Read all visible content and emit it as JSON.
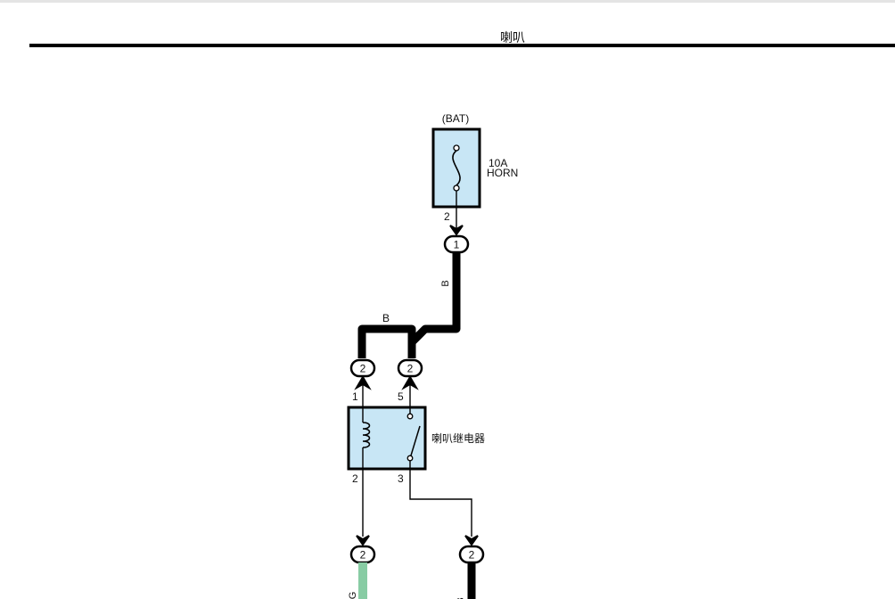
{
  "header": {
    "title": "喇叭"
  },
  "diagram": {
    "fuse": {
      "source_label": "(BAT)",
      "rating": "10A",
      "name": "HORN",
      "pin": "2"
    },
    "connectors": [
      {
        "id": "c1",
        "number": "1"
      },
      {
        "id": "c2",
        "number": "2"
      },
      {
        "id": "c3",
        "number": "2"
      },
      {
        "id": "c4",
        "number": "2"
      },
      {
        "id": "c5",
        "number": "2"
      }
    ],
    "wires": {
      "vertical_color_code": "B",
      "horizontal_color_code": "B",
      "bottom_left_code": "G",
      "bottom_right_code": "B"
    },
    "relay": {
      "name": "喇叭继电器",
      "pin_coil_top": "1",
      "pin_switch_top": "5",
      "pin_coil_bottom": "2",
      "pin_switch_bottom": "3"
    },
    "colors": {
      "component_fill": "#c8e6f5",
      "green_wire": "#88cca4",
      "black": "#000000"
    }
  }
}
